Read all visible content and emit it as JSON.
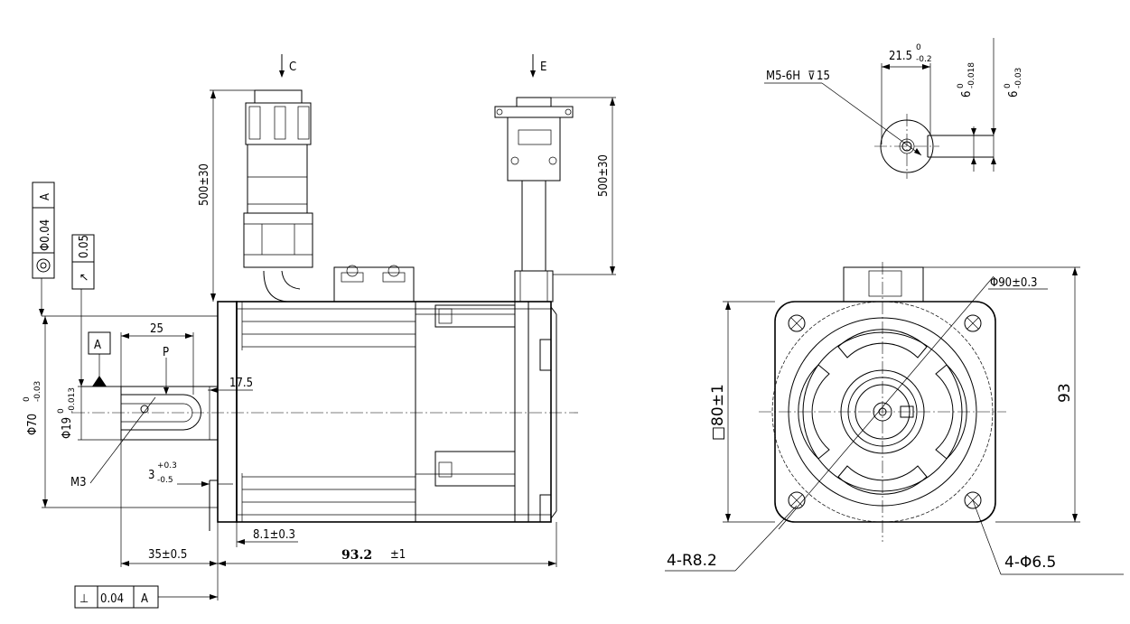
{
  "side_view": {
    "view_marker_c": "C",
    "view_marker_e": "E",
    "cable_length_left": "500±30",
    "cable_length_right": "500±30",
    "concentricity_symbol": "◎",
    "concentricity_value": "Φ0.04",
    "concentricity_datum": "A",
    "runout_symbol": "↗",
    "runout_value": "0.05",
    "datum_label": "A",
    "key_length": "25",
    "key_label": "P",
    "key_offset": "17.5",
    "flange_dia": "Φ70",
    "flange_dia_tol_upper": "0",
    "flange_dia_tol_lower": "-0.03",
    "shaft_dia": "Φ19",
    "shaft_dia_tol_upper": "0",
    "shaft_dia_tol_lower": "-0.013",
    "tapped_hole": "M3",
    "flange_thickness": "3",
    "flange_thickness_tol_upper": "+0.3",
    "flange_thickness_tol_lower": "-0.5",
    "spigot_depth": "8.1±0.3",
    "shaft_length": "35±0.5",
    "body_length": "93.2",
    "body_length_tol": "±1",
    "perp_symbol": "⊥",
    "perp_value": "0.04",
    "perp_datum": "A"
  },
  "shaft_detail": {
    "thread_callout": "M5-6H",
    "thread_depth_symbol": "⊽",
    "thread_depth": "15",
    "key_height": "21.5",
    "key_height_tol_upper": "0",
    "key_height_tol_lower": "-0.2",
    "key_width_a": "6",
    "key_width_a_tol_upper": "0",
    "key_width_a_tol_lower": "-0.018",
    "key_width_b": "6",
    "key_width_b_tol_upper": "0",
    "key_width_b_tol_lower": "-0.03"
  },
  "front_view": {
    "pcd": "Φ90±0.3",
    "square": "□80±1",
    "height": "93",
    "corner_radius": "4-R8.2",
    "holes": "4-Φ6.5"
  }
}
